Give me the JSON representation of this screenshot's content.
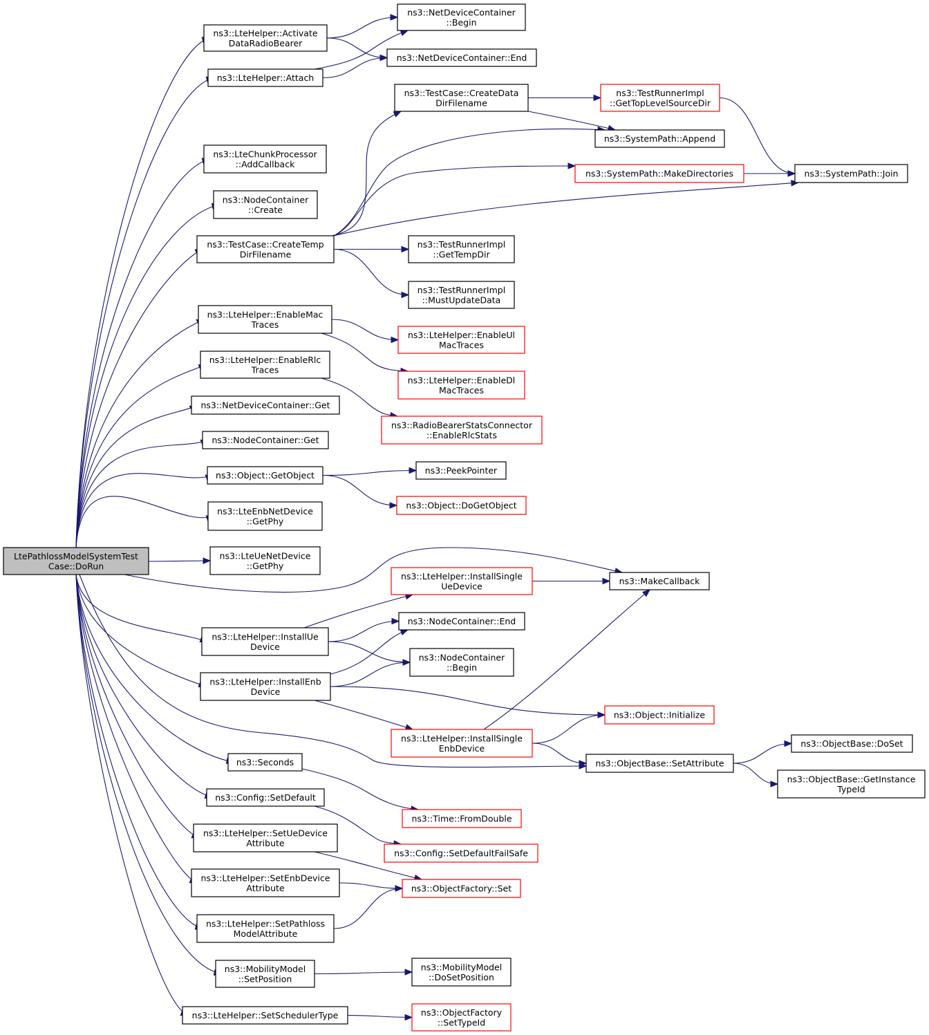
{
  "nodes": [
    {
      "id": "root",
      "lines": [
        "LtePathlossModelSystemTest",
        "Case::DoRun"
      ],
      "style": "root"
    },
    {
      "id": "activate",
      "lines": [
        "ns3::LteHelper::Activate",
        "DataRadioBearer"
      ],
      "style": "black"
    },
    {
      "id": "ndc_begin",
      "lines": [
        "ns3::NetDeviceContainer",
        "::Begin"
      ],
      "style": "black"
    },
    {
      "id": "ndc_end",
      "lines": [
        "ns3::NetDeviceContainer::End"
      ],
      "style": "black"
    },
    {
      "id": "attach",
      "lines": [
        "ns3::LteHelper::Attach"
      ],
      "style": "black"
    },
    {
      "id": "chunk",
      "lines": [
        "ns3::LteChunkProcessor",
        "::AddCallback"
      ],
      "style": "black"
    },
    {
      "id": "nc_create",
      "lines": [
        "ns3::NodeContainer",
        "::Create"
      ],
      "style": "black"
    },
    {
      "id": "tc_createdata",
      "lines": [
        "ns3::TestCase::CreateData",
        "DirFilename"
      ],
      "style": "black"
    },
    {
      "id": "tri_toplevel",
      "lines": [
        "ns3::TestRunnerImpl",
        "::GetTopLevelSourceDir"
      ],
      "style": "red"
    },
    {
      "id": "sp_append",
      "lines": [
        "ns3::SystemPath::Append"
      ],
      "style": "black"
    },
    {
      "id": "sp_makedirs",
      "lines": [
        "ns3::SystemPath::MakeDirectories"
      ],
      "style": "red"
    },
    {
      "id": "sp_join",
      "lines": [
        "ns3::SystemPath::Join"
      ],
      "style": "black"
    },
    {
      "id": "tc_createtemp",
      "lines": [
        "ns3::TestCase::CreateTemp",
        "DirFilename"
      ],
      "style": "black"
    },
    {
      "id": "tri_tempdir",
      "lines": [
        "ns3::TestRunnerImpl",
        "::GetTempDir"
      ],
      "style": "black"
    },
    {
      "id": "tri_mustupdate",
      "lines": [
        "ns3::TestRunnerImpl",
        "::MustUpdateData"
      ],
      "style": "black"
    },
    {
      "id": "enmac",
      "lines": [
        "ns3::LteHelper::EnableMac",
        "Traces"
      ],
      "style": "black"
    },
    {
      "id": "enulmac",
      "lines": [
        "ns3::LteHelper::EnableUl",
        "MacTraces"
      ],
      "style": "red"
    },
    {
      "id": "endlmac",
      "lines": [
        "ns3::LteHelper::EnableDl",
        "MacTraces"
      ],
      "style": "red"
    },
    {
      "id": "enrlc",
      "lines": [
        "ns3::LteHelper::EnableRlc",
        "Traces"
      ],
      "style": "black"
    },
    {
      "id": "rbsc",
      "lines": [
        "ns3::RadioBearerStatsConnector",
        "::EnableRlcStats"
      ],
      "style": "red"
    },
    {
      "id": "ndc_get",
      "lines": [
        "ns3::NetDeviceContainer::Get"
      ],
      "style": "black"
    },
    {
      "id": "nc_get",
      "lines": [
        "ns3::NodeContainer::Get"
      ],
      "style": "black"
    },
    {
      "id": "getobject",
      "lines": [
        "ns3::Object::GetObject"
      ],
      "style": "black"
    },
    {
      "id": "peek",
      "lines": [
        "ns3::PeekPointer"
      ],
      "style": "black"
    },
    {
      "id": "dogetobject",
      "lines": [
        "ns3::Object::DoGetObject"
      ],
      "style": "red"
    },
    {
      "id": "enb_getphy",
      "lines": [
        "ns3::LteEnbNetDevice",
        "::GetPhy"
      ],
      "style": "black"
    },
    {
      "id": "ue_getphy",
      "lines": [
        "ns3::LteUeNetDevice",
        "::GetPhy"
      ],
      "style": "black"
    },
    {
      "id": "inst_single_ue",
      "lines": [
        "ns3::LteHelper::InstallSingle",
        "UeDevice"
      ],
      "style": "red"
    },
    {
      "id": "makecallback",
      "lines": [
        "ns3::MakeCallback"
      ],
      "style": "black"
    },
    {
      "id": "inst_ue",
      "lines": [
        "ns3::LteHelper::InstallUe",
        "Device"
      ],
      "style": "black"
    },
    {
      "id": "nc_end",
      "lines": [
        "ns3::NodeContainer::End"
      ],
      "style": "black"
    },
    {
      "id": "nc_begin",
      "lines": [
        "ns3::NodeContainer",
        "::Begin"
      ],
      "style": "black"
    },
    {
      "id": "inst_enb",
      "lines": [
        "ns3::LteHelper::InstallEnb",
        "Device"
      ],
      "style": "black"
    },
    {
      "id": "obj_init",
      "lines": [
        "ns3::Object::Initialize"
      ],
      "style": "red"
    },
    {
      "id": "inst_single_enb",
      "lines": [
        "ns3::LteHelper::InstallSingle",
        "EnbDevice"
      ],
      "style": "red"
    },
    {
      "id": "ob_dose",
      "lines": [
        "ns3::ObjectBase::DoSet"
      ],
      "style": "black"
    },
    {
      "id": "ob_setattr",
      "lines": [
        "ns3::ObjectBase::SetAttribute"
      ],
      "style": "black"
    },
    {
      "id": "ob_getinst",
      "lines": [
        "ns3::ObjectBase::GetInstance",
        "TypeId"
      ],
      "style": "black"
    },
    {
      "id": "seconds",
      "lines": [
        "ns3::Seconds"
      ],
      "style": "black"
    },
    {
      "id": "time_fromdouble",
      "lines": [
        "ns3::Time::FromDouble"
      ],
      "style": "red"
    },
    {
      "id": "cfg_setdefault",
      "lines": [
        "ns3::Config::SetDefault"
      ],
      "style": "black"
    },
    {
      "id": "cfg_failsafe",
      "lines": [
        "ns3::Config::SetDefaultFailSafe"
      ],
      "style": "red"
    },
    {
      "id": "set_ue_attr",
      "lines": [
        "ns3::LteHelper::SetUeDevice",
        "Attribute"
      ],
      "style": "black"
    },
    {
      "id": "of_set",
      "lines": [
        "ns3::ObjectFactory::Set"
      ],
      "style": "red"
    },
    {
      "id": "set_enb_attr",
      "lines": [
        "ns3::LteHelper::SetEnbDevice",
        "Attribute"
      ],
      "style": "black"
    },
    {
      "id": "set_pathloss",
      "lines": [
        "ns3::LteHelper::SetPathloss",
        "ModelAttribute"
      ],
      "style": "black"
    },
    {
      "id": "mm_setpos",
      "lines": [
        "ns3::MobilityModel",
        "::SetPosition"
      ],
      "style": "black"
    },
    {
      "id": "mm_dosetpos",
      "lines": [
        "ns3::MobilityModel",
        "::DoSetPosition"
      ],
      "style": "black"
    },
    {
      "id": "set_sched",
      "lines": [
        "ns3::LteHelper::SetSchedulerType"
      ],
      "style": "black"
    },
    {
      "id": "of_settypeid",
      "lines": [
        "ns3::ObjectFactory",
        "::SetTypeId"
      ],
      "style": "red"
    }
  ],
  "edges": [
    [
      "root",
      "activate"
    ],
    [
      "root",
      "attach"
    ],
    [
      "root",
      "chunk"
    ],
    [
      "root",
      "nc_create"
    ],
    [
      "root",
      "tc_createtemp"
    ],
    [
      "root",
      "enmac"
    ],
    [
      "root",
      "enrlc"
    ],
    [
      "root",
      "ndc_get"
    ],
    [
      "root",
      "nc_get"
    ],
    [
      "root",
      "getobject"
    ],
    [
      "root",
      "enb_getphy"
    ],
    [
      "root",
      "ue_getphy"
    ],
    [
      "root",
      "makecallback"
    ],
    [
      "root",
      "inst_ue"
    ],
    [
      "root",
      "inst_enb"
    ],
    [
      "root",
      "ob_setattr"
    ],
    [
      "root",
      "seconds"
    ],
    [
      "root",
      "cfg_setdefault"
    ],
    [
      "root",
      "set_ue_attr"
    ],
    [
      "root",
      "set_enb_attr"
    ],
    [
      "root",
      "set_pathloss"
    ],
    [
      "root",
      "mm_setpos"
    ],
    [
      "root",
      "set_sched"
    ],
    [
      "activate",
      "ndc_begin"
    ],
    [
      "activate",
      "ndc_end"
    ],
    [
      "attach",
      "ndc_begin"
    ],
    [
      "attach",
      "ndc_end"
    ],
    [
      "tc_createdata",
      "tri_toplevel"
    ],
    [
      "tc_createdata",
      "sp_append"
    ],
    [
      "tri_toplevel",
      "sp_join"
    ],
    [
      "sp_makedirs",
      "sp_join"
    ],
    [
      "tc_createtemp",
      "tc_createdata"
    ],
    [
      "tc_createtemp",
      "sp_append"
    ],
    [
      "tc_createtemp",
      "sp_makedirs"
    ],
    [
      "tc_createtemp",
      "sp_join"
    ],
    [
      "tc_createtemp",
      "tri_tempdir"
    ],
    [
      "tc_createtemp",
      "tri_mustupdate"
    ],
    [
      "enmac",
      "enulmac"
    ],
    [
      "enmac",
      "endlmac"
    ],
    [
      "enrlc",
      "rbsc"
    ],
    [
      "getobject",
      "peek"
    ],
    [
      "getobject",
      "dogetobject"
    ],
    [
      "inst_single_ue",
      "makecallback"
    ],
    [
      "inst_ue",
      "inst_single_ue"
    ],
    [
      "inst_ue",
      "nc_end"
    ],
    [
      "inst_ue",
      "nc_begin"
    ],
    [
      "inst_enb",
      "nc_end"
    ],
    [
      "inst_enb",
      "nc_begin"
    ],
    [
      "inst_enb",
      "obj_init"
    ],
    [
      "inst_enb",
      "inst_single_enb"
    ],
    [
      "inst_single_enb",
      "makecallback"
    ],
    [
      "inst_single_enb",
      "obj_init"
    ],
    [
      "inst_single_enb",
      "ob_setattr"
    ],
    [
      "ob_setattr",
      "ob_dose"
    ],
    [
      "ob_setattr",
      "ob_getinst"
    ],
    [
      "seconds",
      "time_fromdouble"
    ],
    [
      "cfg_setdefault",
      "cfg_failsafe"
    ],
    [
      "set_ue_attr",
      "of_set"
    ],
    [
      "set_enb_attr",
      "of_set"
    ],
    [
      "set_pathloss",
      "of_set"
    ],
    [
      "mm_setpos",
      "mm_dosetpos"
    ],
    [
      "set_sched",
      "of_settypeid"
    ]
  ]
}
